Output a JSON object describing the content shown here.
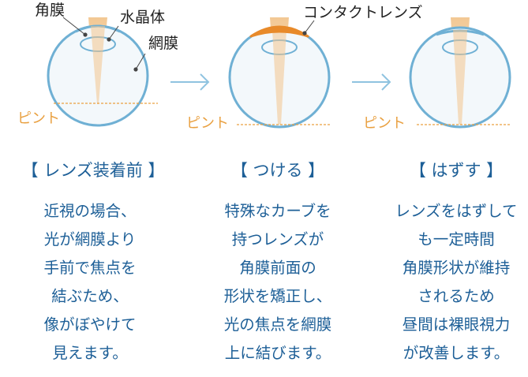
{
  "labels": {
    "cornea": "角膜",
    "lens": "水晶体",
    "retina": "網膜",
    "contact_lens": "コンタクトレンズ",
    "focus": "ピント"
  },
  "panels": [
    {
      "heading": "【 レンズ装着前 】",
      "lines": [
        "近視の場合、",
        "光が網膜より",
        "手前で焦点を",
        "結ぶため、",
        "像がぼやけて",
        "見えます。"
      ]
    },
    {
      "heading": "【 つける 】",
      "lines": [
        "特殊なカーブを",
        "持つレンズが",
        "角膜前面の",
        "形状を矯正し、",
        "光の焦点を網膜",
        "上に結びます。"
      ]
    },
    {
      "heading": "【 はずす 】",
      "lines": [
        "レンズをはずして",
        "も一定時間",
        "角膜形状が維持",
        "されるため",
        "昼間は裸眼視力",
        "が改善します。"
      ]
    }
  ],
  "colors": {
    "eye_outline": "#6fb0d4",
    "eye_fill": "#f3f8fb",
    "light_beam": "#f2c58e",
    "focus_line": "#e9a040",
    "contact_lens": "#e88a2a",
    "arrow": "#8fc3e0",
    "text_blue": "#1d5f97"
  },
  "icons": {
    "arrow": "chevron-right-arrow-icon"
  }
}
